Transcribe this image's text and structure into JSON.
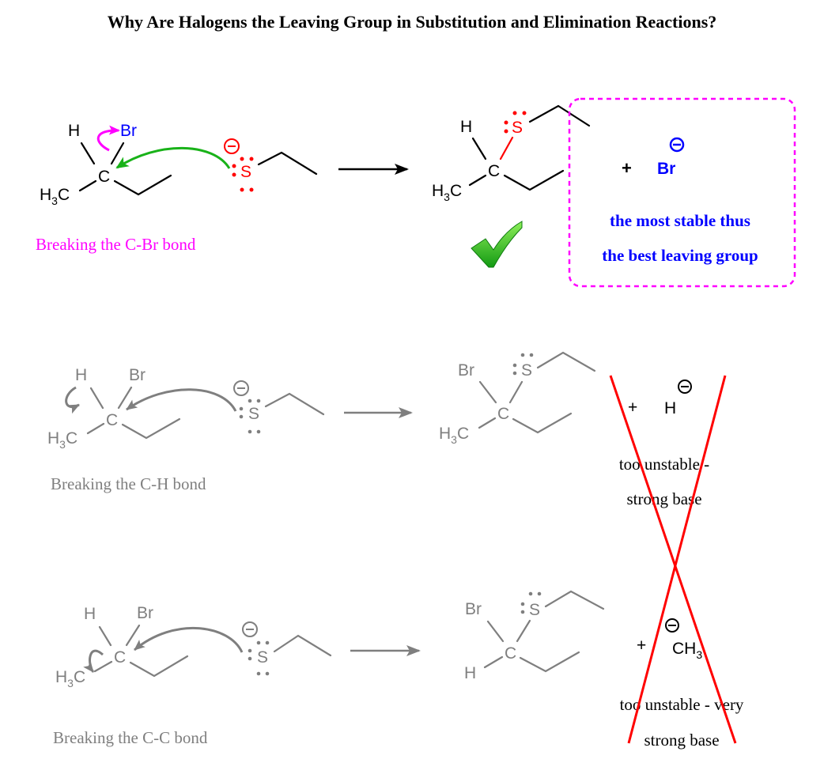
{
  "title": "Why Are Halogens the Leaving Group in Substitution and Elimination Reactions?",
  "colors": {
    "magenta": "#ff00ff",
    "blue": "#0000ff",
    "red": "#ff0000",
    "green": "#19b219",
    "gray": "#7f7f7f",
    "black": "#000000"
  },
  "atoms": {
    "h": "H",
    "br": "Br",
    "c": "C",
    "s": "S",
    "methyl_h": "H",
    "methyl_sub": "3",
    "methyl_c": "C",
    "ch": "CH",
    "plus": "+"
  },
  "row1": {
    "caption": "Breaking the C-Br bond",
    "note_line1": "the most stable thus",
    "note_line2": "the best leaving group",
    "check_icon": "checkmark-icon"
  },
  "row2": {
    "caption": "Breaking the C-H bond",
    "note_line1": "too unstable -",
    "note_line2": "strong base"
  },
  "row3": {
    "caption": "Breaking the C-C bond",
    "note_line1": "too unstable - very",
    "note_line2": "strong base"
  }
}
